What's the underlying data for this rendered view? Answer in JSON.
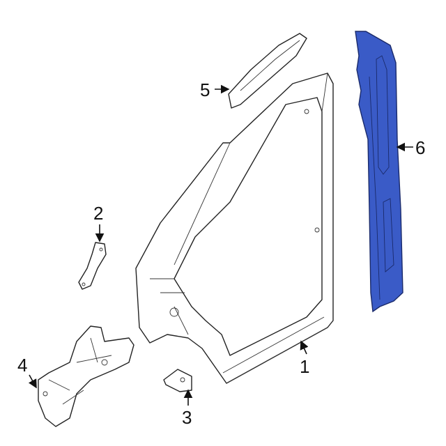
{
  "diagram": {
    "callouts": [
      {
        "id": "1",
        "label": "1"
      },
      {
        "id": "2",
        "label": "2"
      },
      {
        "id": "3",
        "label": "3"
      },
      {
        "id": "4",
        "label": "4"
      },
      {
        "id": "5",
        "label": "5"
      },
      {
        "id": "6",
        "label": "6"
      }
    ],
    "colors": {
      "highlight": "#3a5bc7",
      "outline": "#222222"
    }
  }
}
